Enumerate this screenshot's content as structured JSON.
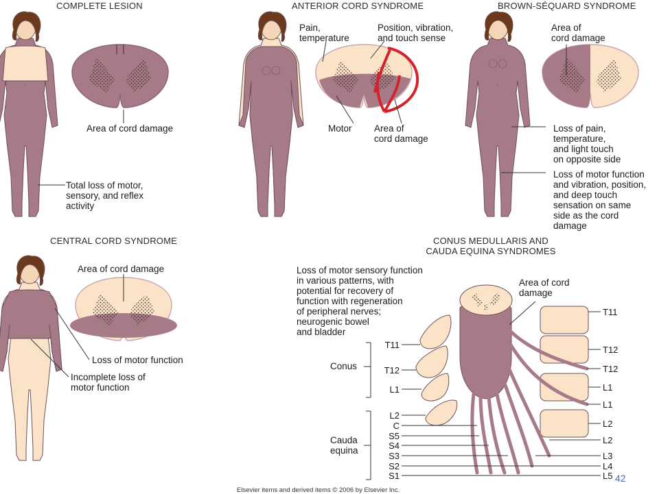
{
  "colors": {
    "skin": "#fbe3c8",
    "damage": "#a77a87",
    "damage_dark": "#8f6472",
    "cord_ring": "#c9a7b0",
    "artery": "#d4232a",
    "hair": "#6b3a1c",
    "page_number": "#4a6ea9"
  },
  "panels": {
    "complete": {
      "heading": "COMPLETE LESION",
      "label_damage": "Area of cord damage",
      "label_loss": "Total loss of motor,\nsensory, and reflex\nactivity"
    },
    "anterior": {
      "heading": "ANTERIOR CORD SYNDROME",
      "label_pain": "Pain,\ntemperature",
      "label_position": "Position, vibration,\nand touch sense",
      "label_motor": "Motor",
      "label_damage": "Area of\ncord damage"
    },
    "brown": {
      "heading": "BROWN-SÉQUARD SYNDROME",
      "label_damage": "Area of\ncord damage",
      "label_pain_loss": "Loss of pain,\ntemperature,\nand light touch\non opposite side",
      "label_motor_loss": "Loss of motor function\nand vibration, position,\nand deep touch\nsensation on same\nside as the cord\ndamage"
    },
    "central": {
      "heading": "CENTRAL CORD SYNDROME",
      "label_damage": "Area of cord damage",
      "label_motor_loss": "Loss of motor function",
      "label_incomplete": "Incomplete loss of\nmotor function"
    },
    "conus": {
      "heading": "CONUS MEDULLARIS AND\nCAUDA EQUINA SYNDROMES",
      "description": "Loss of motor sensory function\nin various patterns, with\npotential for recovery of\nfunction with regeneration\nof peripheral nerves;\nneurogenic bowel\nand bladder",
      "label_damage": "Area of cord\ndamage",
      "conus_label": "Conus",
      "cauda_label": "Cauda\nequina",
      "left_labels": [
        "T11",
        "T12",
        "L1",
        "L2",
        "C",
        "S5",
        "S4",
        "S3",
        "S2",
        "S1"
      ],
      "right_labels": [
        "T11",
        "T12",
        "T12",
        "L1",
        "L1",
        "L2",
        "L2",
        "L3",
        "L4",
        "L5"
      ]
    }
  },
  "footer": {
    "credit": "Elsevier items and derived items © 2006 by Elsevier Inc.",
    "page_number": "42"
  }
}
